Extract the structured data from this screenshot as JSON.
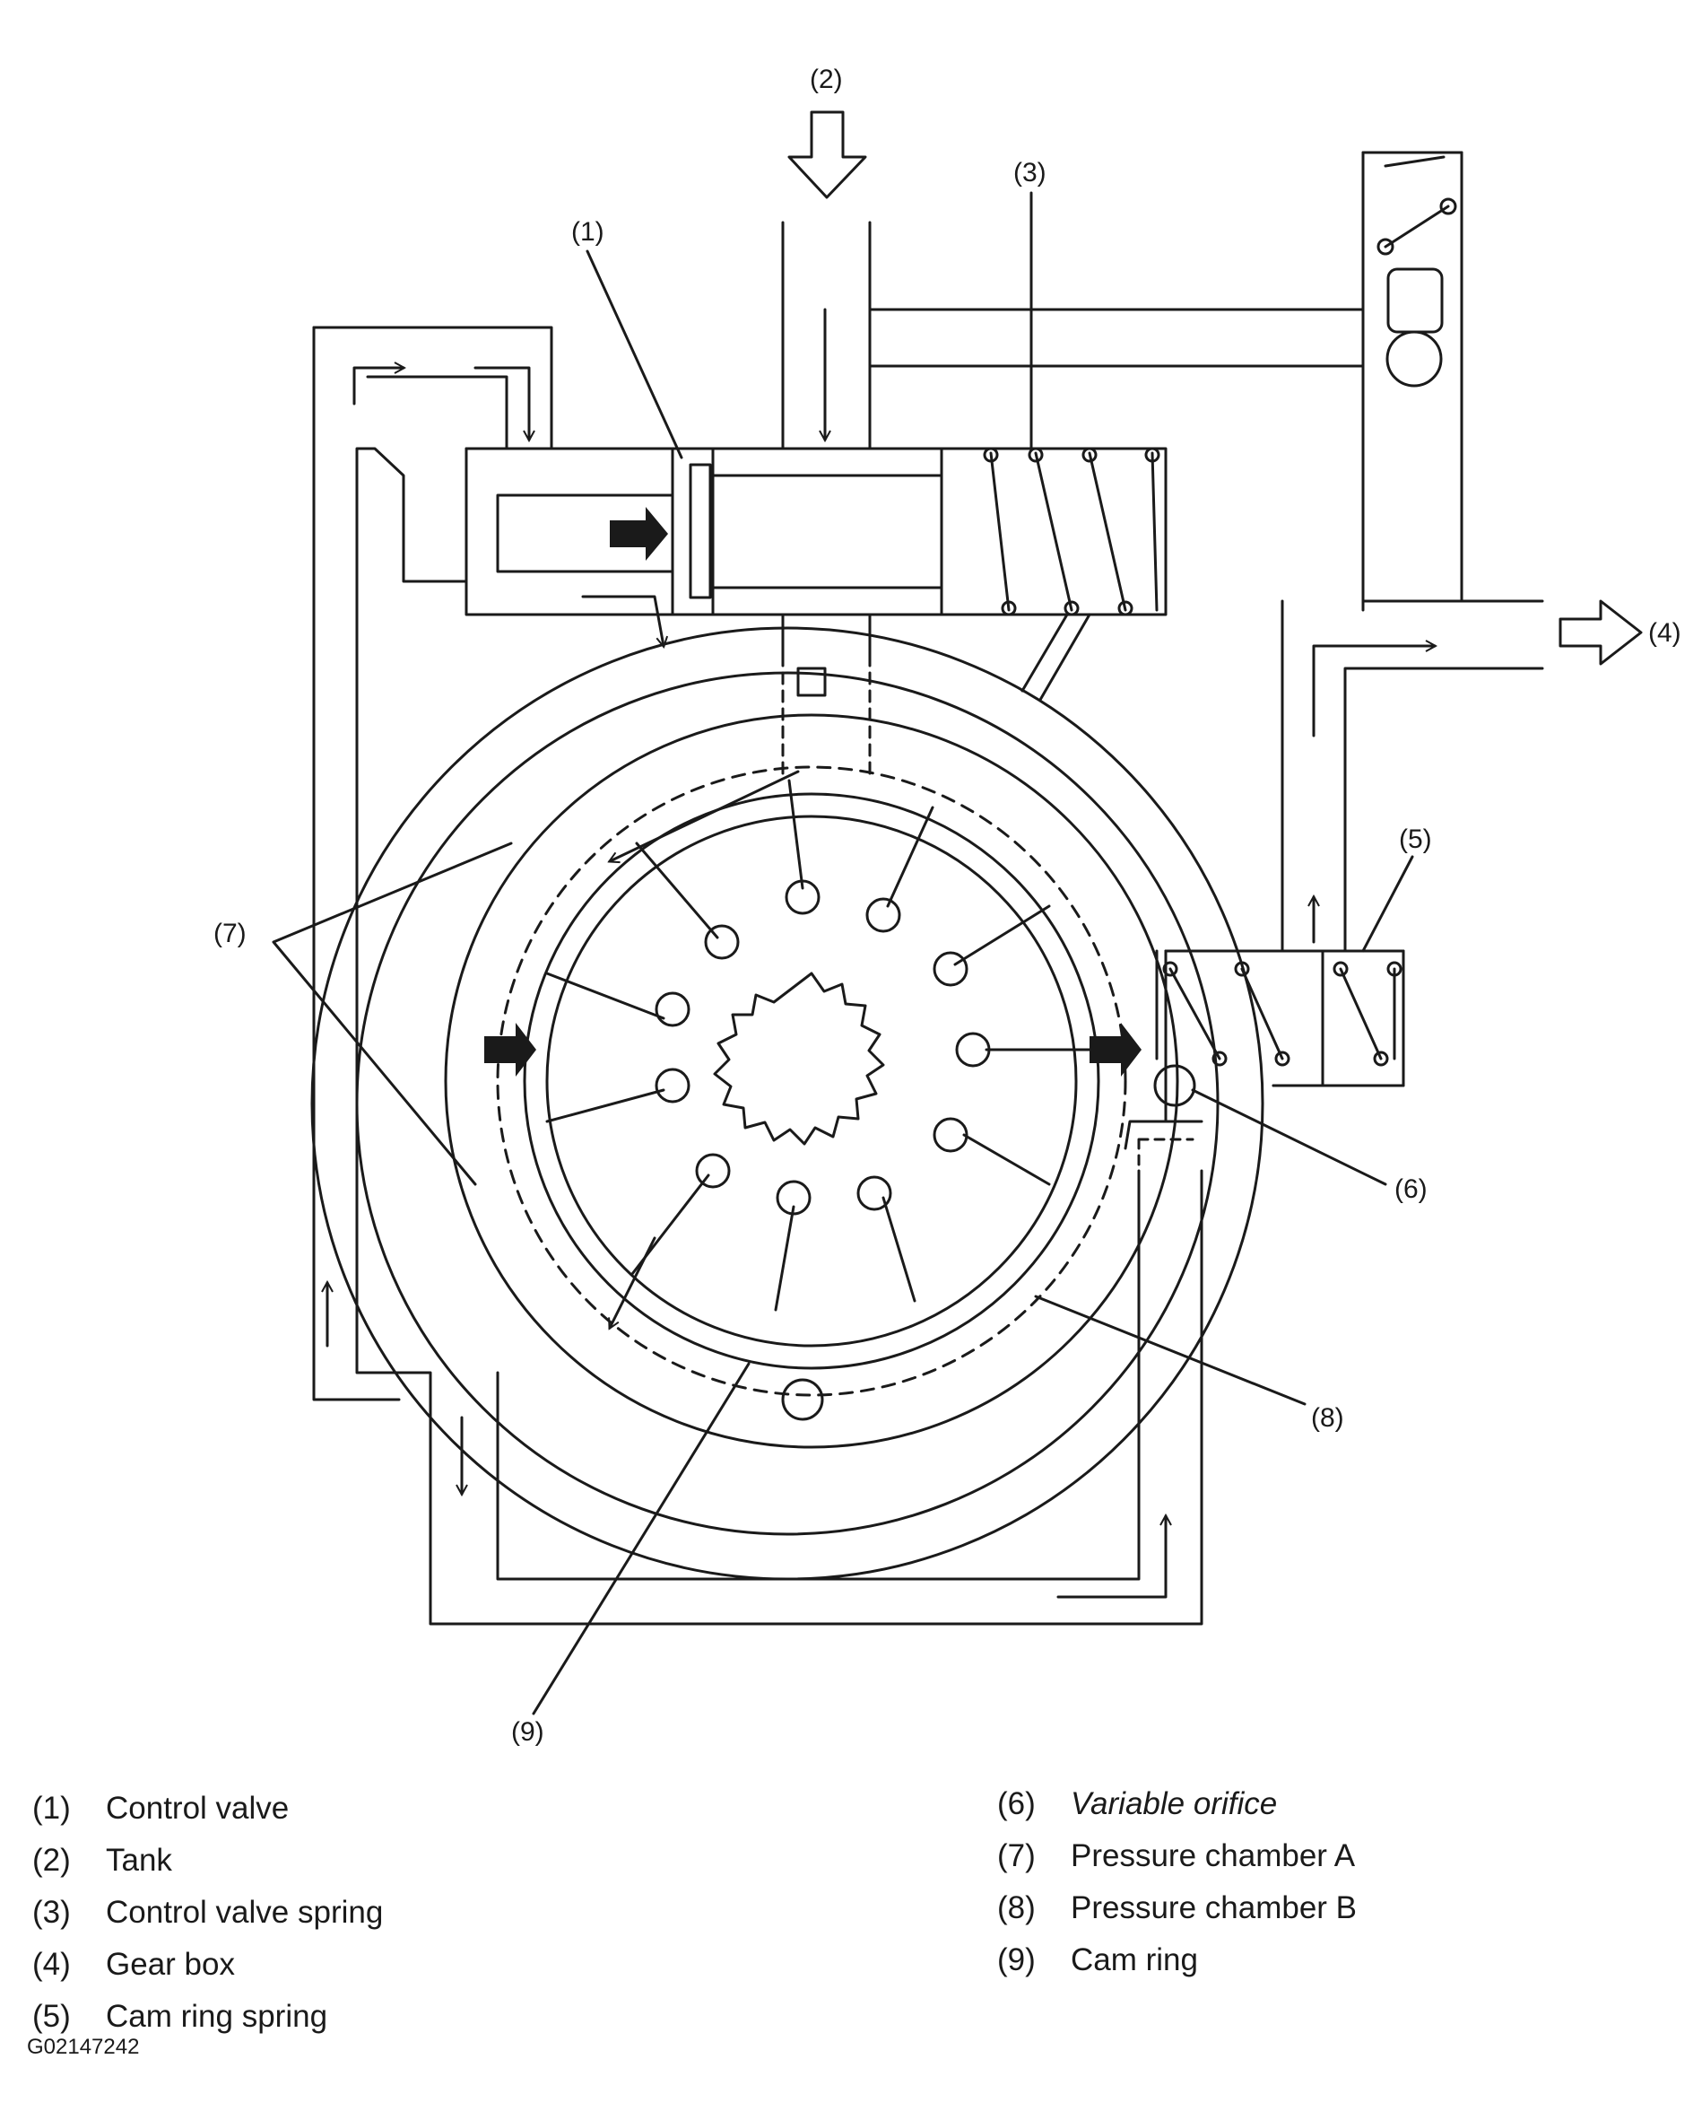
{
  "callouts": [
    "(1)",
    "(2)",
    "(3)",
    "(4)",
    "(5)",
    "(6)",
    "(7)",
    "(8)",
    "(9)"
  ],
  "legend_left": [
    {
      "num": "(1)",
      "text": "Control valve"
    },
    {
      "num": "(2)",
      "text": "Tank"
    },
    {
      "num": "(3)",
      "text": "Control valve spring"
    },
    {
      "num": "(4)",
      "text": "Gear box"
    },
    {
      "num": "(5)",
      "text": "Cam ring spring"
    }
  ],
  "legend_right": [
    {
      "num": "(6)",
      "text": "Variable orifice"
    },
    {
      "num": "(7)",
      "text": "Pressure chamber A"
    },
    {
      "num": "(8)",
      "text": "Pressure chamber B"
    },
    {
      "num": "(9)",
      "text": "Cam ring"
    }
  ],
  "figure_id": "G02147242"
}
